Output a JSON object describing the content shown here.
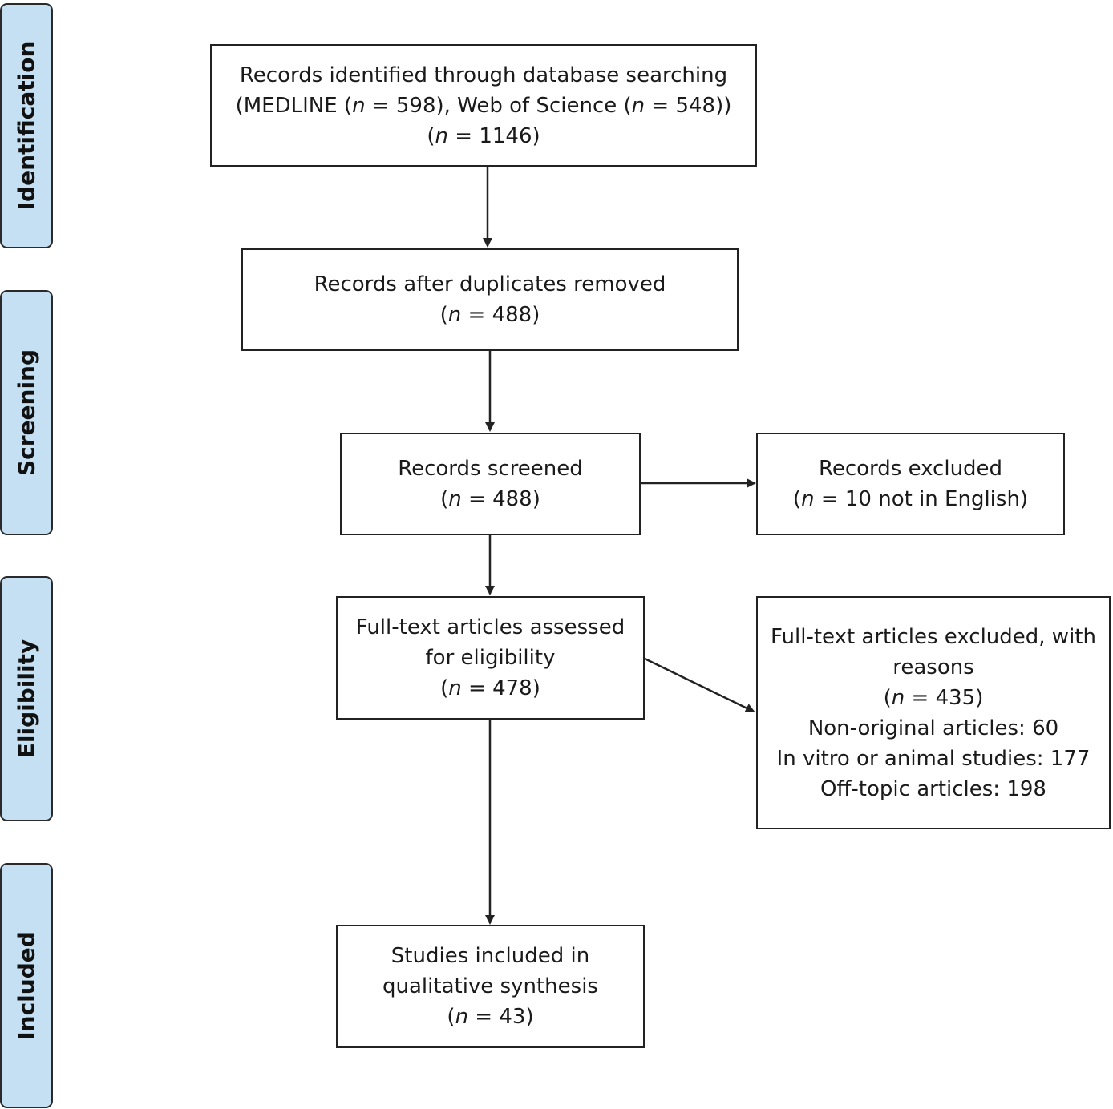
{
  "stages": {
    "identification": "Identification",
    "screening": "Screening",
    "eligibility": "Eligibility",
    "included": "Included"
  },
  "boxes": {
    "identified": {
      "line1": "Records identified through database searching",
      "line2_a": "(MEDLINE (",
      "line2_n1": "n",
      "line2_b": " = 598), Web of Science (",
      "line2_n2": "n",
      "line2_c": " = 548))",
      "line3_a": "(",
      "line3_n": "n",
      "line3_b": " = 1146)"
    },
    "deduplicated": {
      "line1": "Records after duplicates removed",
      "line2_a": "(",
      "line2_n": "n",
      "line2_b": " = 488)"
    },
    "screened": {
      "line1": "Records screened",
      "line2_a": "(",
      "line2_n": "n",
      "line2_b": " = 488)"
    },
    "excluded_records": {
      "line1": "Records excluded",
      "line2_a": "(",
      "line2_n": "n",
      "line2_b": " = 10 not in English)"
    },
    "fulltext_assessed": {
      "line1": "Full-text articles assessed",
      "line2": "for eligibility",
      "line3_a": "(",
      "line3_n": "n",
      "line3_b": " = 478)"
    },
    "fulltext_excluded": {
      "line1": "Full-text articles excluded, with",
      "line2": "reasons",
      "line3_a": "(",
      "line3_n": "n",
      "line3_b": " = 435)",
      "reason1": "Non-original articles: 60",
      "reason2": "In vitro or animal studies: 177",
      "reason3": "Off-topic articles: 198"
    },
    "included": {
      "line1": "Studies included in",
      "line2": "qualitative synthesis",
      "line3_a": "(",
      "line3_n": "n",
      "line3_b": " = 43)"
    }
  },
  "colors": {
    "stage_fill": "#c5e0f3",
    "stroke": "#222222"
  }
}
